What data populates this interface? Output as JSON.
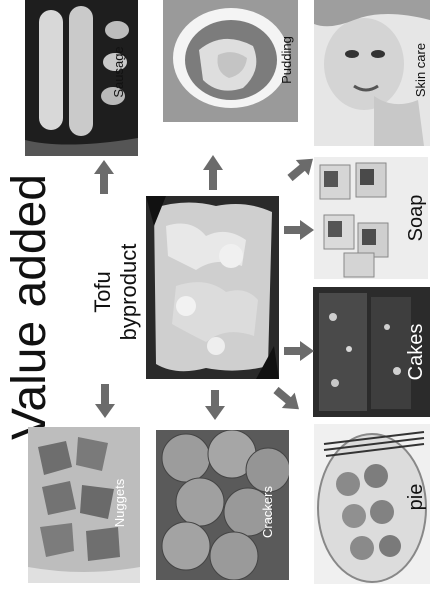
{
  "title": "Value added",
  "center": {
    "line1": "Tofu",
    "line2": "byproduct"
  },
  "products": {
    "sausage": "Sausage",
    "pudding": "Pudding",
    "skincare": "Skin care",
    "soap": "Soap",
    "cakes": "Cakes",
    "pie": "pie",
    "crackers": "Crackers",
    "nuggets": "Nuggets"
  },
  "colors": {
    "arrow": "#6b6b6b",
    "label_dark": "#111111",
    "label_light": "#ffffff"
  }
}
